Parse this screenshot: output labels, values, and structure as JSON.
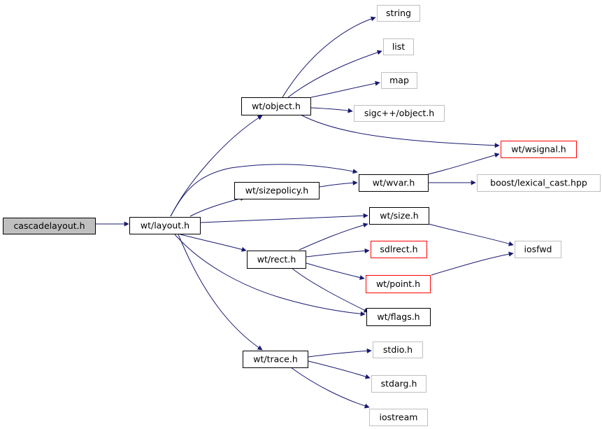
{
  "colors": {
    "edge": "#191970",
    "normal_border": "#000000",
    "external_border": "#bfbfbf",
    "undocumented_border": "#ff0000",
    "root_fill": "#bfbfbf",
    "fill": "#ffffff"
  },
  "nodes": [
    {
      "id": "cascadelayout",
      "label": "cascadelayout.h",
      "style": "root"
    },
    {
      "id": "layout",
      "label": "wt/layout.h",
      "style": "normal"
    },
    {
      "id": "object",
      "label": "wt/object.h",
      "style": "normal"
    },
    {
      "id": "string",
      "label": "string",
      "style": "external"
    },
    {
      "id": "list",
      "label": "list",
      "style": "external"
    },
    {
      "id": "map",
      "label": "map",
      "style": "external"
    },
    {
      "id": "sigc",
      "label": "sigc++/object.h",
      "style": "external"
    },
    {
      "id": "wsignal",
      "label": "wt/wsignal.h",
      "style": "undocumented"
    },
    {
      "id": "sizepolicy",
      "label": "wt/sizepolicy.h",
      "style": "normal"
    },
    {
      "id": "wvar",
      "label": "wt/wvar.h",
      "style": "normal"
    },
    {
      "id": "lexical",
      "label": "boost/lexical_cast.hpp",
      "style": "external"
    },
    {
      "id": "size",
      "label": "wt/size.h",
      "style": "normal"
    },
    {
      "id": "iosfwd",
      "label": "iosfwd",
      "style": "external"
    },
    {
      "id": "rect",
      "label": "wt/rect.h",
      "style": "normal"
    },
    {
      "id": "sdlrect",
      "label": "sdlrect.h",
      "style": "undocumented"
    },
    {
      "id": "point",
      "label": "wt/point.h",
      "style": "undocumented"
    },
    {
      "id": "flags",
      "label": "wt/flags.h",
      "style": "normal"
    },
    {
      "id": "trace",
      "label": "wt/trace.h",
      "style": "normal"
    },
    {
      "id": "stdio",
      "label": "stdio.h",
      "style": "external"
    },
    {
      "id": "stdarg",
      "label": "stdarg.h",
      "style": "external"
    },
    {
      "id": "iostream",
      "label": "iostream",
      "style": "external"
    }
  ],
  "edges": [
    {
      "from": "cascadelayout",
      "to": "layout"
    },
    {
      "from": "layout",
      "to": "object"
    },
    {
      "from": "layout",
      "to": "wvar"
    },
    {
      "from": "layout",
      "to": "sizepolicy"
    },
    {
      "from": "layout",
      "to": "size"
    },
    {
      "from": "layout",
      "to": "rect"
    },
    {
      "from": "layout",
      "to": "flags"
    },
    {
      "from": "layout",
      "to": "trace"
    },
    {
      "from": "object",
      "to": "string"
    },
    {
      "from": "object",
      "to": "list"
    },
    {
      "from": "object",
      "to": "map"
    },
    {
      "from": "object",
      "to": "sigc"
    },
    {
      "from": "object",
      "to": "wsignal"
    },
    {
      "from": "sizepolicy",
      "to": "wvar"
    },
    {
      "from": "wvar",
      "to": "wsignal"
    },
    {
      "from": "wvar",
      "to": "lexical"
    },
    {
      "from": "size",
      "to": "iosfwd"
    },
    {
      "from": "rect",
      "to": "size"
    },
    {
      "from": "rect",
      "to": "sdlrect"
    },
    {
      "from": "rect",
      "to": "point"
    },
    {
      "from": "rect",
      "to": "flags"
    },
    {
      "from": "point",
      "to": "iosfwd"
    },
    {
      "from": "trace",
      "to": "stdio"
    },
    {
      "from": "trace",
      "to": "stdarg"
    },
    {
      "from": "trace",
      "to": "iostream"
    }
  ]
}
